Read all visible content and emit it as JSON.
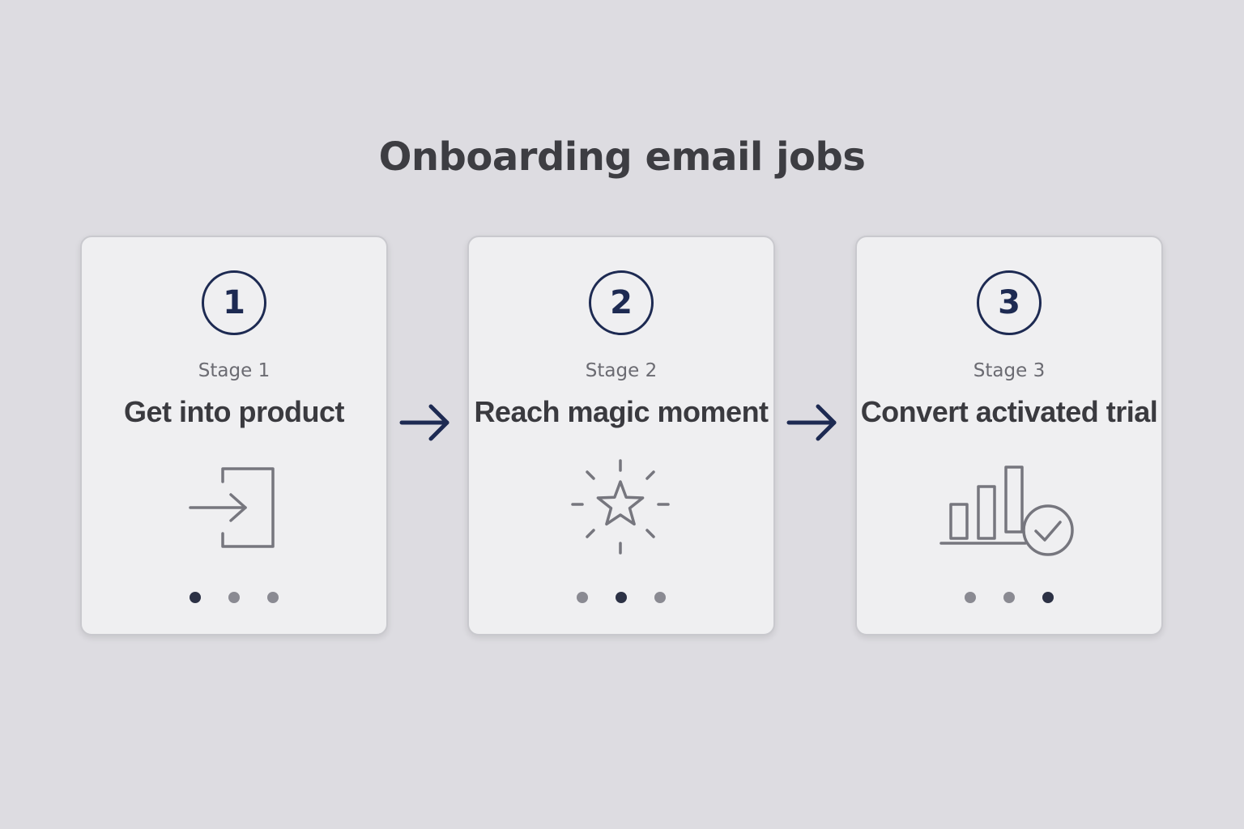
{
  "title": "Onboarding email jobs",
  "stages": [
    {
      "number": "1",
      "label": "Stage 1",
      "title": "Get into product",
      "icon": "enter-icon",
      "active_dot": 0
    },
    {
      "number": "2",
      "label": "Stage 2",
      "title": "Reach magic moment",
      "icon": "sparkle-star-icon",
      "active_dot": 1
    },
    {
      "number": "3",
      "label": "Stage 3",
      "title": "Convert activated trial",
      "icon": "bar-chart-check-icon",
      "active_dot": 2
    }
  ],
  "colors": {
    "background": "#dddce1",
    "card": "#efeff1",
    "accent": "#1d2a52",
    "icon_gray": "#76767e",
    "dot": "#8a8a92",
    "dot_active": "#2c3145"
  }
}
